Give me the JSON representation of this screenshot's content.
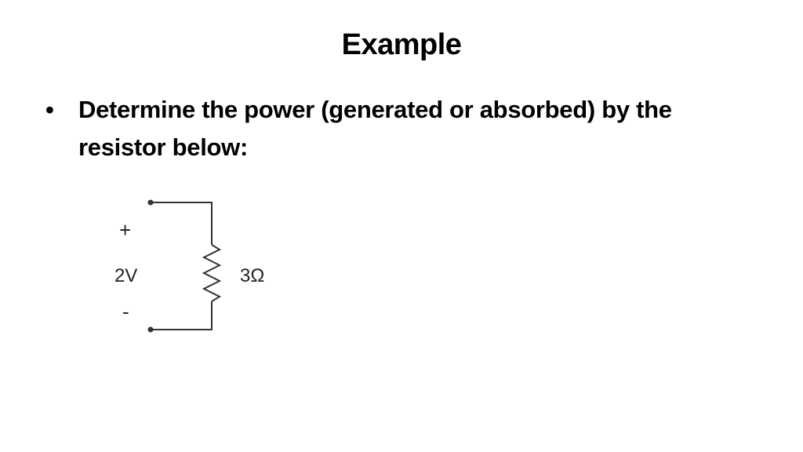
{
  "slide": {
    "title": "Example",
    "bullets": [
      "Determine the power (generated or absorbed) by the resistor below:"
    ],
    "bullet_symbol": "•"
  },
  "circuit": {
    "polarity_positive": "+",
    "voltage_label": "2V",
    "polarity_negative": "-",
    "resistance_label": "3Ω",
    "wire_color": "#333333"
  }
}
